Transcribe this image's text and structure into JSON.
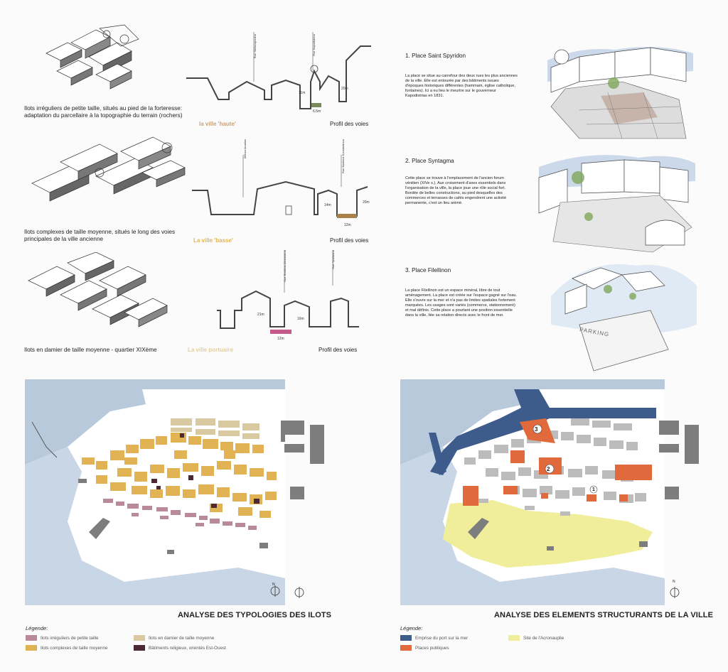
{
  "typologies": [
    {
      "caption": "Ilots irréguliers de petite taille, situés au pied de la forteresse: adaptation du parcellaire à la topographie du terrain (rochers)",
      "ville": "la ville 'haute'",
      "ville_color": "#c9a27a",
      "profil": "Profil des voies",
      "streets": [
        "Rue Stefanopoulou",
        "Rue Kapodistriou"
      ],
      "dims": [
        "11m",
        "20m",
        "6.5m"
      ]
    },
    {
      "caption": "Ilots complexes de taille moyenne, situés le long des voies principales de la ville ancienne",
      "ville": "La ville 'basse'",
      "ville_color": "#e0b450",
      "profil": "Profil des voies",
      "streets": [
        "Kiffova Amalias",
        "Rue Basileus Konstantinou"
      ],
      "dims": [
        "14m",
        "20m",
        "12m"
      ]
    },
    {
      "caption": "Ilots en damier de taille moyenne - quartier XIXème",
      "ville": "La ville portuaire",
      "ville_color": "#e6cf9a",
      "profil": "Profil des voies",
      "streets": [
        "Rue Basileus Alexandrou",
        "Rue Ypsilantou"
      ],
      "dims": [
        "21m",
        "16m",
        "12m"
      ]
    }
  ],
  "places": [
    {
      "title": "1. Place Saint Spyridon",
      "text": "La place se situe au carrefour des deux rues les plus anciennes de la ville. Elle est entourée par des bâtiments issues d'époques historiques différentes (hammam, église catholique, fontaines). Ici a eu lieu le meurtre sur le gouverneur Kapodistrias en 1831."
    },
    {
      "title": "2. Place Syntagma",
      "text": "Cette place se trouve à l'emplacement de l'ancien forum vénitien (XIVe s.). Aux croisement d'axes essentiels dans l'organisation de la ville, la place joue une rôle social fort. Bordée de belles constructions, au pied desquelles des commerces et terrasses de cafés engendrent une activité permanente, c'est un lieu animé."
    },
    {
      "title": "3. Place Filellinon",
      "text": "La place Filellinon est un espace minéral, libre de tout aménagement. La place est créée sur l'espace gagné sur l'eau. Elle s'ouvre sur la mer et n'a pas de limites spatiales fortement marquées. Les usages sont variés (commerce, stationnement) et mal définis. Cette place a pourtant une position essentielle dans la ville, liée sa relation directs avec le front de mer.",
      "parking": "PARKING"
    }
  ],
  "map_left": {
    "title": "ANALYSE DES TYPOLOGIES DES ILOTS",
    "legend_title": "Légende:",
    "legend": [
      {
        "label": "Ilots irréguliers de petite taille",
        "color": "#b98a97"
      },
      {
        "label": "Ilots en damier de taille moyenne",
        "color": "#d9c9a1"
      },
      {
        "label": "Ilots complexes de taille moyenne",
        "color": "#e2b355"
      },
      {
        "label": "Bâtiments religieux, orientés Est-Ouest",
        "color": "#4a2a30"
      }
    ],
    "north": "N"
  },
  "map_right": {
    "title": "ANALYSE DES ELEMENTS STRUCTURANTS DE LA VILLE",
    "legend_title": "Légende:",
    "legend": [
      {
        "label": "Emprise du port sur la mer",
        "color": "#3d5c8c"
      },
      {
        "label": "Site de l'Acronauplie",
        "color": "#f0ee9a"
      },
      {
        "label": "Places publiques",
        "color": "#e06a3c"
      }
    ],
    "markers": [
      "1",
      "2",
      "3"
    ],
    "north": "N"
  }
}
